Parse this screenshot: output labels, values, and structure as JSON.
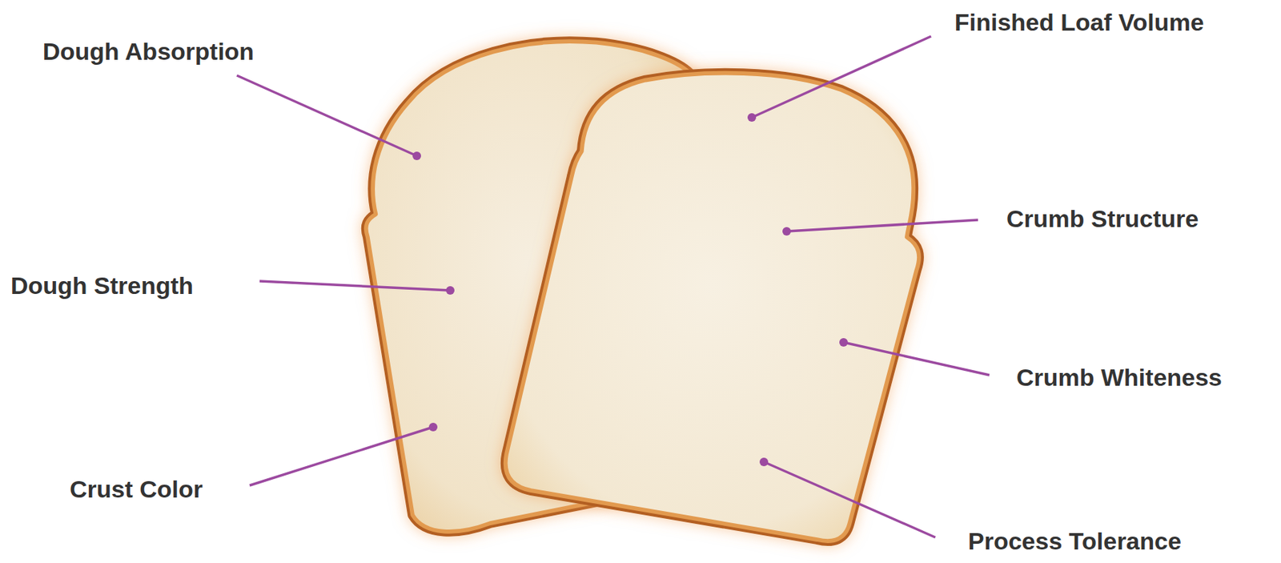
{
  "diagram": {
    "labels": [
      "Finished Loaf Volume",
      "Dough Absorption",
      "Crumb Structure",
      "Dough Strength",
      "Crumb Whiteness",
      "Crust Color",
      "Process Tolerance"
    ]
  }
}
